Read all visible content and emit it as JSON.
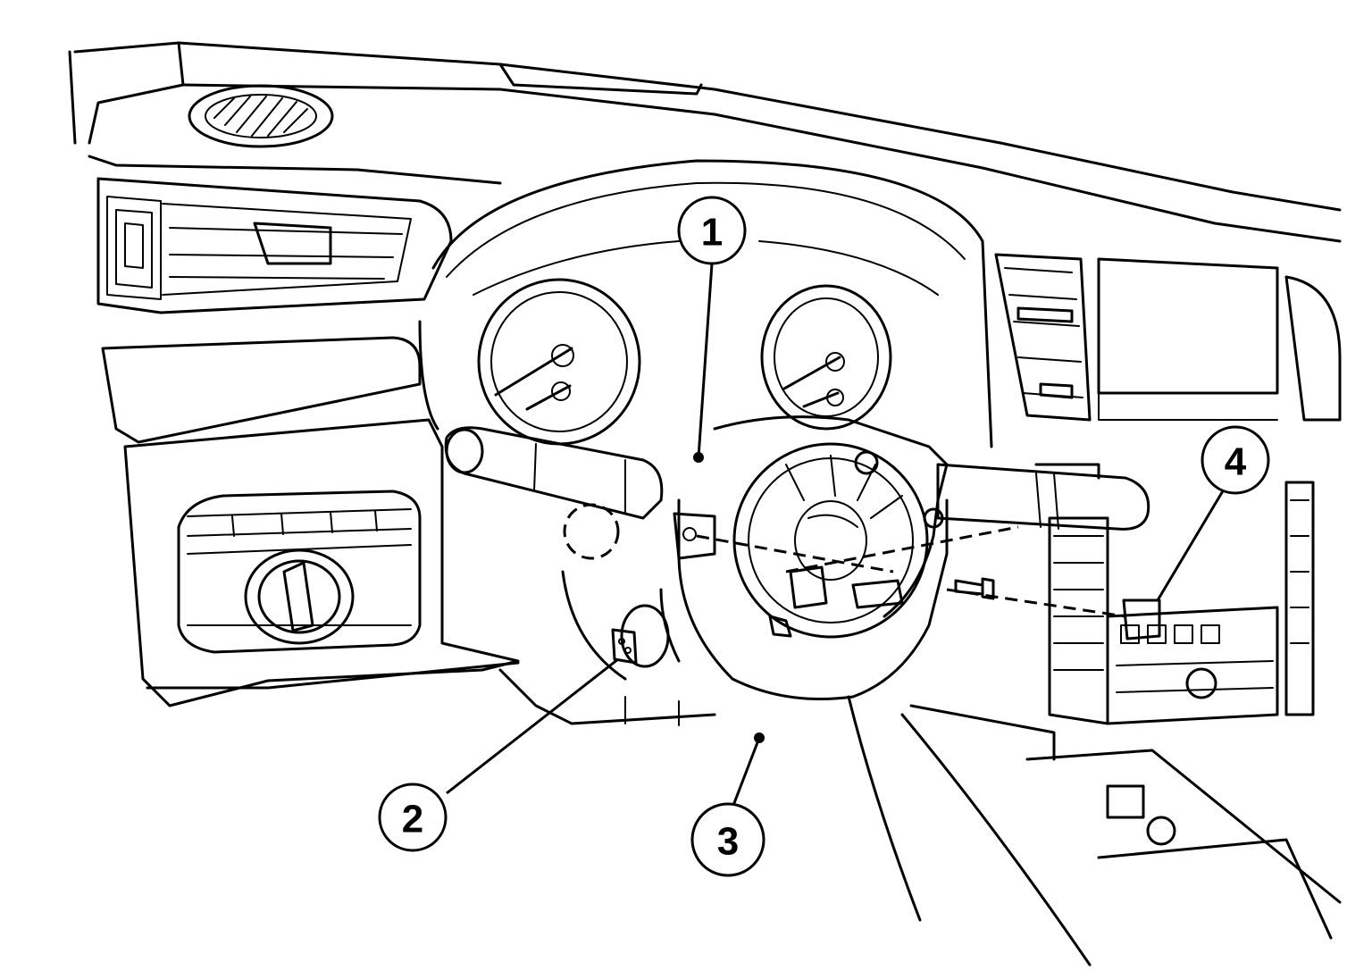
{
  "callouts": [
    {
      "id": "1",
      "label": "1"
    },
    {
      "id": "2",
      "label": "2"
    },
    {
      "id": "3",
      "label": "3"
    },
    {
      "id": "4",
      "label": "4"
    }
  ],
  "icons": [
    "dashboard-outline",
    "steering-column-cover",
    "spiral-cable",
    "combination-switch",
    "bolt",
    "connector"
  ]
}
